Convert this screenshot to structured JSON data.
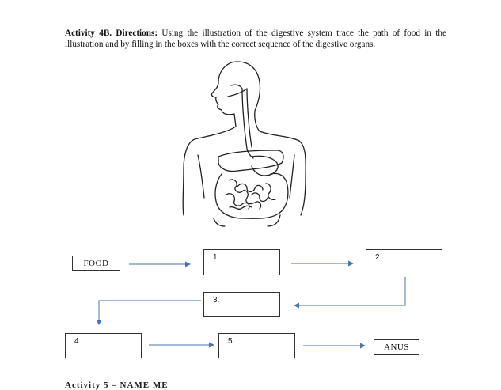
{
  "activity": {
    "title": "Activity 4B. Directions:",
    "text": " Using the illustration of the digestive system trace the path of food in the illustration and by filling in the boxes with the correct sequence of the digestive organs."
  },
  "flow": {
    "start_label": "FOOD",
    "end_label": "ANUS",
    "box_numbers": [
      "1.",
      "2.",
      "3.",
      "4.",
      "5."
    ]
  },
  "next_section": "Activity 5 – NAME ME",
  "colors": {
    "arrow": "#4a72b0",
    "line": "#222222"
  }
}
